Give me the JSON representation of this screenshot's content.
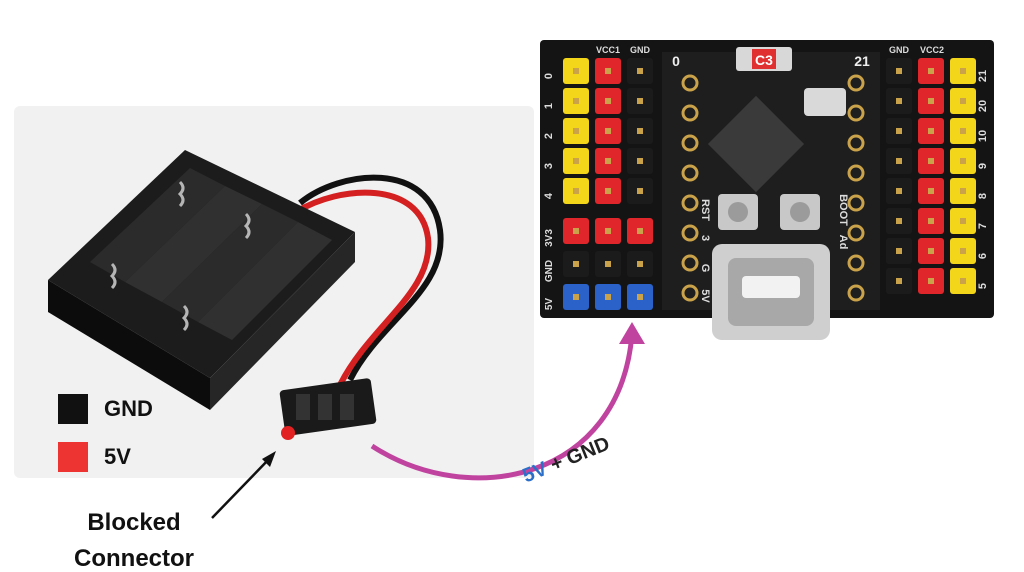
{
  "legend": [
    {
      "label": "GND",
      "color": "#111111"
    },
    {
      "label": "5V",
      "color": "#ee3333"
    }
  ],
  "callout": {
    "line1": "Blocked",
    "line2": "Connector"
  },
  "arrow_label": {
    "part1": "5V",
    "part2": " + GND",
    "color1": "#2c6fc9",
    "color2": "#222222",
    "arrow_color": "#c0449f"
  },
  "board": {
    "top_labels": [
      "VCC1",
      "GND",
      "GND",
      "VCC2"
    ],
    "left_pins": [
      "0",
      "1",
      "2",
      "3",
      "4"
    ],
    "right_pins": [
      "21",
      "20",
      "10",
      "9",
      "8",
      "7",
      "6",
      "5"
    ],
    "center_labels": [
      "0",
      "21",
      "C3",
      "RST",
      "BOOT",
      "3",
      "G",
      "5V",
      "Ad"
    ],
    "side_block_labels": [
      "3V3",
      "GND",
      "5V"
    ],
    "colors": {
      "yellow": "#f3d51a",
      "red": "#e0262a",
      "black": "#1b1b1b",
      "blue": "#2a62c9"
    }
  }
}
